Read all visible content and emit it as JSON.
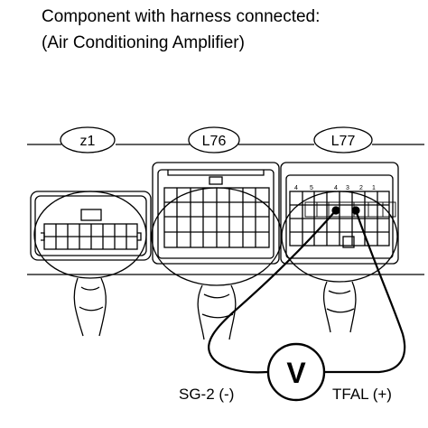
{
  "header": {
    "line1": "Component with harness connected:",
    "line2": "(Air Conditioning Amplifier)"
  },
  "connectors": [
    {
      "id": "z1"
    },
    {
      "id": "L76"
    },
    {
      "id": "L77"
    }
  ],
  "pin_numbers": [
    "4",
    "5",
    "4",
    "3",
    "2",
    "1"
  ],
  "meter": {
    "symbol": "V"
  },
  "probes": {
    "negative": "SG-2 (-)",
    "positive": "TFAL (+)"
  }
}
